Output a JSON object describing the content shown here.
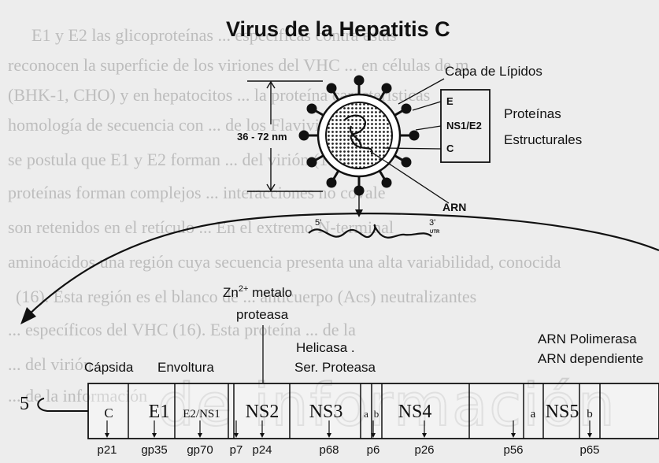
{
  "title": "Virus de la Hepatitis C",
  "virion": {
    "lipid_label": "Capa de Lípidos",
    "size_label": "36 - 72 nm",
    "proteins": [
      "E",
      "NS1/E2",
      "C"
    ],
    "structural_label_1": "Proteínas",
    "structural_label_2": "Estructurales",
    "rna_label": "ARN",
    "five_prime": "5'",
    "three_prime": "3'",
    "utr_label": "UTR"
  },
  "genome": {
    "five_end": "5",
    "annotations": {
      "zinc_line1": "Zn",
      "zinc_sup": "2+",
      "zinc_line1_rest": " metalo",
      "zinc_line2": "proteasa",
      "capsid": "Cápsida",
      "envelope": "Envoltura",
      "helicase_1": "Helicasa .",
      "helicase_2": "Ser. Proteasa",
      "polymerase_1": "ARN Polimerasa",
      "polymerase_2": "ARN dependiente"
    },
    "segments": [
      {
        "label": "C"
      },
      {
        "label": "E1"
      },
      {
        "label": "E2/NS1"
      },
      {
        "label": ""
      },
      {
        "label": "NS2"
      },
      {
        "label": "NS3"
      },
      {
        "label": "a"
      },
      {
        "label": "b"
      },
      {
        "label": "NS4"
      },
      {
        "label": ""
      },
      {
        "label": "a"
      },
      {
        "label": "NS5"
      },
      {
        "label": "b"
      }
    ],
    "products": [
      "p21",
      "gp35",
      "gp70",
      "p7",
      "p24",
      "p68",
      "p6",
      "p26",
      "p56",
      "p65"
    ]
  },
  "background_lines": [
    "E1 y E2 las glicoproteínas ... específicas contra estas",
    "reconocen la superficie de los viriones del VHC ... en células de m",
    "(BHK-1, CHO) y en hepatocitos ... la proteína características",
    "homología de secuencia con ... de los Flavivirus y los",
    "se postula que E1 y E2 forman ... del virión (16). Adem",
    "proteínas forman complejos ... interacciones no covale",
    "son retenidos en el retículo ... En el extremo N-terminal",
    "aminoácidos una región cuya secuencia presenta una alta variabilidad, conocida",
    "(16). Esta región es el blanco de ... anticuerpo (Acs) neutralizantes",
    "... específicos del VHC (16). Esta proteína ... de la",
    "... del virión",
    "... de la información"
  ],
  "watermark": "de información"
}
